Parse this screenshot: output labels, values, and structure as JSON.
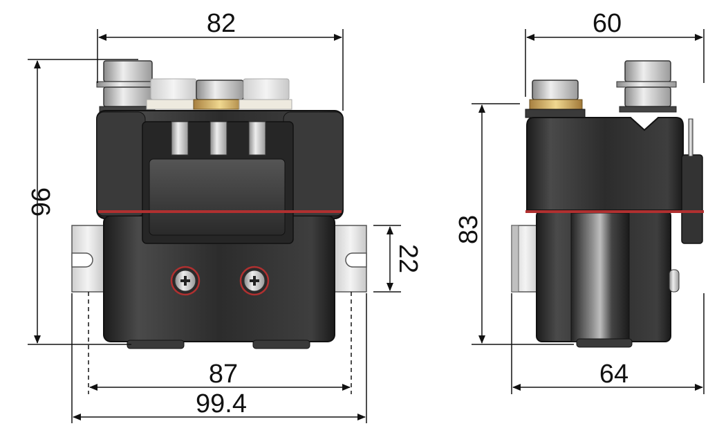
{
  "dimensions": {
    "front_top_width": "82",
    "front_height": "96",
    "bracket_slot_height": "22",
    "hole_spacing": "87",
    "bracket_width": "99.4",
    "side_top_width": "60",
    "side_height": "83",
    "side_bottom_width": "64"
  },
  "colors": {
    "body": "#2a2a2a",
    "body_highlight": "#555555",
    "stripe": "#b03030",
    "metal": "#c8c8c8",
    "brass": "#d8b060",
    "dimension_line": "#111111"
  }
}
